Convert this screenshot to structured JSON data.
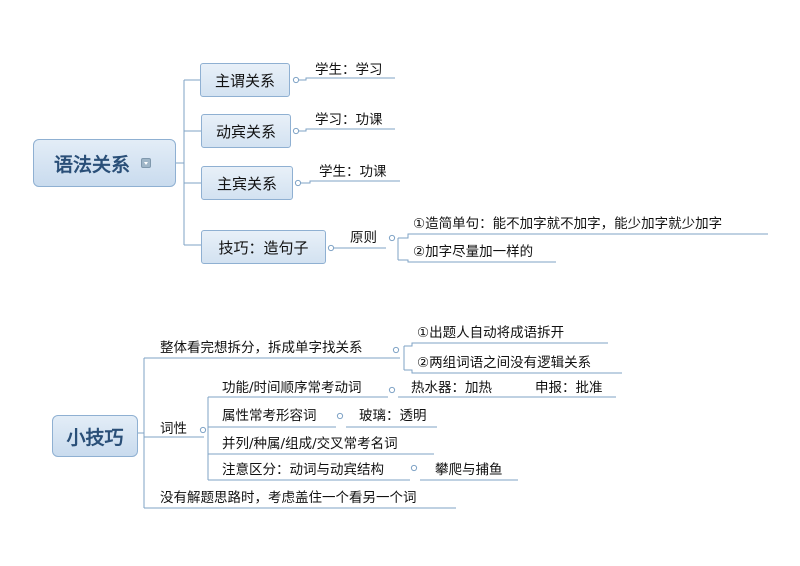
{
  "map1": {
    "root": "语法关系",
    "branches": [
      {
        "label": "主谓关系",
        "leaf": "学生：学习"
      },
      {
        "label": "动宾关系",
        "leaf": "学习：功课"
      },
      {
        "label": "主宾关系",
        "leaf": "学生：功课"
      },
      {
        "label": "技巧：造句子",
        "sub": "原则",
        "leaves": [
          "①造简单句：能不加字就不加字，能少加字就少加字",
          "②加字尽量加一样的"
        ]
      }
    ]
  },
  "map2": {
    "root": "小技巧",
    "b1": {
      "label": "整体看完想拆分，拆成单字找关系",
      "leaves": [
        "①出题人自动将成语拆开",
        "②两组词语之间没有逻辑关系"
      ]
    },
    "b2": {
      "label": "词性",
      "items": [
        {
          "label": "功能/时间顺序常考动词",
          "leaves": [
            "热水器：加热",
            "申报：批准"
          ]
        },
        {
          "label": "属性常考形容词",
          "leaves": [
            "玻璃：透明"
          ]
        },
        {
          "label": "并列/种属/组成/交叉常考名词",
          "leaves": []
        },
        {
          "label": "注意区分：动词与动宾结构",
          "leaves": [
            "攀爬与捕鱼"
          ]
        }
      ]
    },
    "b3": {
      "label": "没有解题思路时，考虑盖住一个看另一个词"
    }
  },
  "colors": {
    "connector": "#7fa3c6",
    "node_fill": "#d9e6f3",
    "node_border": "#8fb0d2",
    "root_text": "#2a4f78"
  }
}
